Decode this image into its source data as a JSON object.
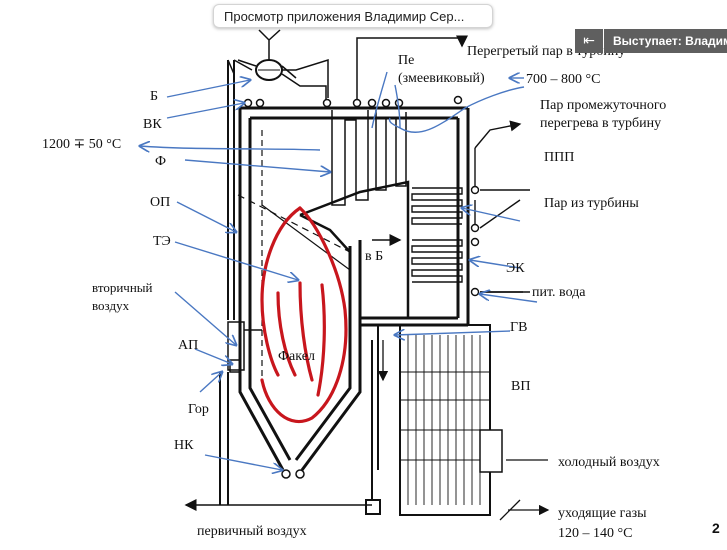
{
  "overlay": {
    "tooltip": "Просмотр приложения Владимир Сер...",
    "speaker": "Выступает: Владимир",
    "page_number": "2"
  },
  "labels": {
    "B": "Б",
    "VK": "ВК",
    "temp_furnace": "1200 ∓ 50 °С",
    "F": "Ф",
    "OP": "ОП",
    "TE": "ТЭ",
    "secondary_air_1": "вторичный",
    "secondary_air_2": "воздух",
    "AP": "АП",
    "Gor": "Гор",
    "NK": "НК",
    "primary_air": "первичный воздух",
    "fakel": "Факел",
    "vB": "в Б",
    "Pe_1": "Пе",
    "Pe_2": "(змеевиковый)",
    "superheated_steam": "Перегретый пар в турбину",
    "superheated_temp": "700 – 800 °С",
    "reheat_1": "Пар промежуточного",
    "reheat_2": "перегрева в турбину",
    "PPP": "ППП",
    "steam_from_turbine": "Пар из турбины",
    "EK": "ЭК",
    "feed_water": "пит. вода",
    "GV": "ГВ",
    "VP": "ВП",
    "cold_air": "холодный воздух",
    "flue_gas_1": "уходящие газы",
    "flue_gas_2": "120 – 140 °С"
  },
  "icons": {
    "drum": "drum-icon",
    "arrow": "arrow-icon",
    "collapse": "collapse-arrow-icon"
  },
  "colors": {
    "ink": "#111111",
    "annotation_blue": "#4a78c2",
    "flame_red": "#c8161d",
    "overlay_gray": "#5f5f5f"
  }
}
